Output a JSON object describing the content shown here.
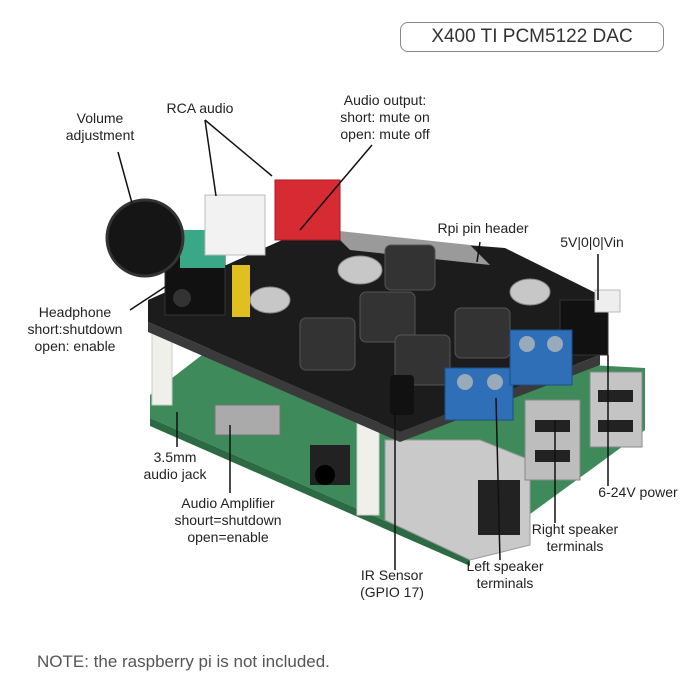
{
  "title": "X400 TI PCM5122 DAC",
  "labels": {
    "volume": [
      "Volume",
      "adjustment"
    ],
    "rca": "RCA audio",
    "audio_output": [
      "Audio output:",
      "short: mute on",
      "open: mute off"
    ],
    "rpi_header": "Rpi pin header",
    "power_header": "5V|0|0|Vin",
    "headphone": [
      "Headphone",
      "short:shutdown",
      "open: enable"
    ],
    "audio_jack": [
      "3.5mm",
      "audio jack"
    ],
    "amplifier": [
      "Audio Amplifier",
      "shourt=shutdown",
      "open=enable"
    ],
    "power": "6-24V power",
    "right_speaker": [
      "Right speaker",
      "terminals"
    ],
    "left_speaker": [
      "Left speaker",
      "terminals"
    ],
    "ir_sensor": [
      "IR Sensor",
      "(GPIO 17)"
    ]
  },
  "note": "NOTE: the raspberry pi is not included.",
  "colors": {
    "hat_pcb": "#1c1c1c",
    "pi_pcb": "#3f8a5a",
    "terminal": "#2f6fb8",
    "rca_red": "#d62b33"
  }
}
